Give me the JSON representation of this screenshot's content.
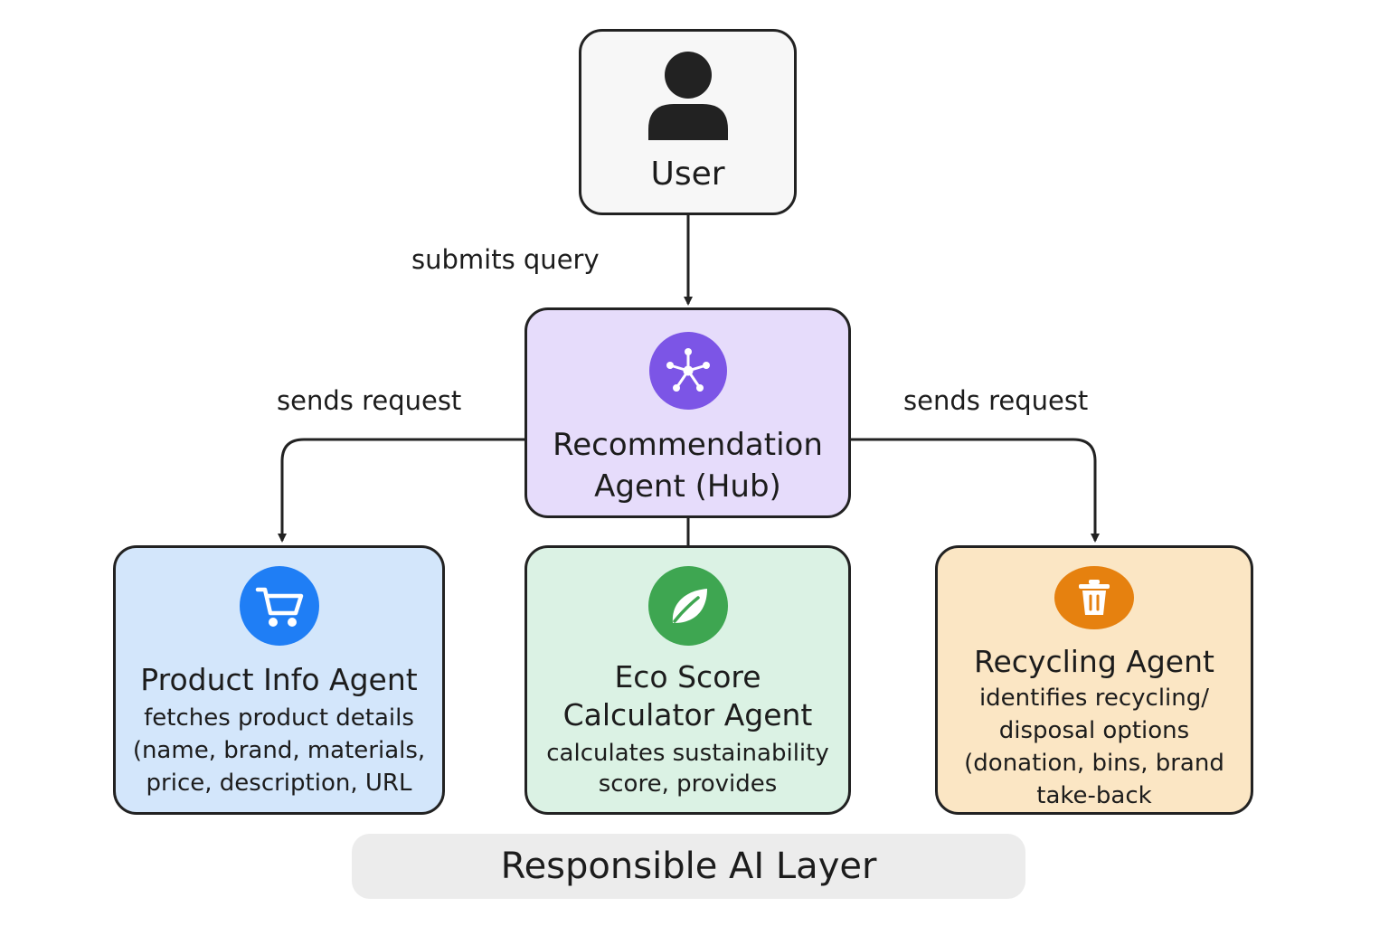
{
  "nodes": {
    "user": {
      "title": "User",
      "icon": "user-icon",
      "color": "#222222"
    },
    "hub": {
      "title_lines": [
        "Recommendation",
        "Agent (Hub)"
      ],
      "icon": "hub-network-icon",
      "color": "#7c55e6"
    },
    "product": {
      "title": "Product Info Agent",
      "desc_lines": [
        "fetches product details",
        "(name, brand, materials,",
        "price, description, URL"
      ],
      "icon": "shopping-cart-icon",
      "color": "#1f7ef5"
    },
    "eco": {
      "title_lines": [
        "Eco Score",
        "Calculator  Agent"
      ],
      "desc_lines": [
        "calculates sustainability",
        "score, provides"
      ],
      "icon": "leaf-icon",
      "color": "#3ea651"
    },
    "recycle": {
      "title": "Recycling Agent",
      "desc_lines": [
        "identifies recycling/",
        "disposal options",
        "(donation, bins, brand",
        "take-back"
      ],
      "icon": "trash-bin-icon",
      "color": "#e6810f"
    }
  },
  "edges": {
    "user_to_hub": "submits query",
    "hub_to_product": "sends request",
    "hub_to_recycle": "sends request"
  },
  "layer": {
    "label": "Responsible AI Layer"
  }
}
